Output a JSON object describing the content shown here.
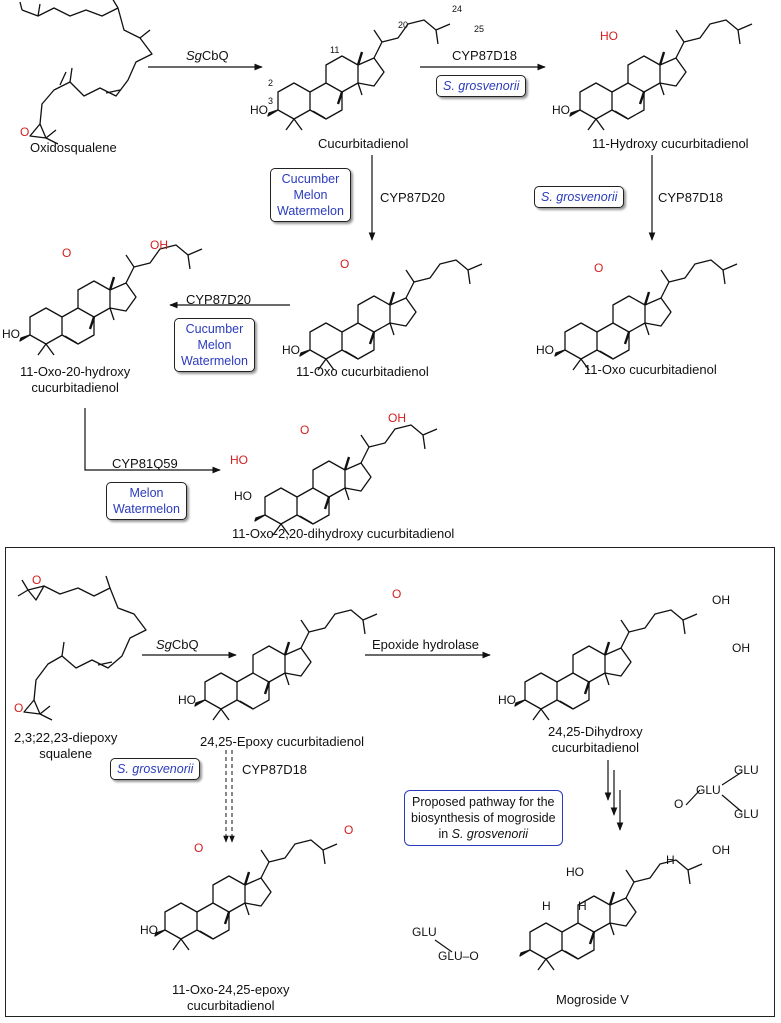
{
  "compounds": {
    "oxidosqualene": "Oxidosqualene",
    "cucurbitadienol": "Cucurbitadienol",
    "hydroxy11": "11-Hydroxy cucurbitadienol",
    "oxo11_a": "11-Oxo cucurbitadienol",
    "oxo11_b": "11-Oxo cucurbitadienol",
    "oxo20hydroxy_line1": "11-Oxo-20-hydroxy",
    "oxo20hydroxy_line2": "cucurbitadienol",
    "oxo220dihydroxy": "11-Oxo-2,20-dihydroxy cucurbitadienol",
    "diepoxy_line1": "2,3;22,23-diepoxy",
    "diepoxy_line2": "squalene",
    "epoxy2425": "24,25-Epoxy cucurbitadienol",
    "dihydroxy2425_line1": "24,25-Dihydroxy",
    "dihydroxy2425_line2": "cucurbitadienol",
    "oxo11epoxy_line1": "11-Oxo-24,25-epoxy",
    "oxo11epoxy_line2": "cucurbitadienol",
    "mogroside": "Mogroside V"
  },
  "enzymes": {
    "sgcbq_italic": "Sg",
    "sgcbq_rest": "CbQ",
    "cyp87d18": "CYP87D18",
    "cyp87d20": "CYP87D20",
    "cyp81q59": "CYP81Q59",
    "epoxide_hydrolase": "Epoxide hydrolase"
  },
  "species": {
    "sgros": "S. grosvenorii",
    "cucumber": "Cucumber",
    "melon": "Melon",
    "watermelon": "Watermelon"
  },
  "proposed": {
    "line1": "Proposed pathway for the",
    "line2": "biosynthesis of mogroside",
    "line3_prefix": "in ",
    "line3_italic": "S. grosvenorii"
  },
  "atoms": {
    "ho": "HO",
    "oh": "OH",
    "o": "O",
    "h": "H",
    "glu": "GLU",
    "glu_o": "GLU–O"
  },
  "numbering": {
    "n2": "2",
    "n3": "3",
    "n11": "11",
    "n20": "20",
    "n24": "24",
    "n25": "25"
  },
  "colors": {
    "species_text": "#2b3bbd",
    "heteroatom_red": "#d21f1f"
  }
}
